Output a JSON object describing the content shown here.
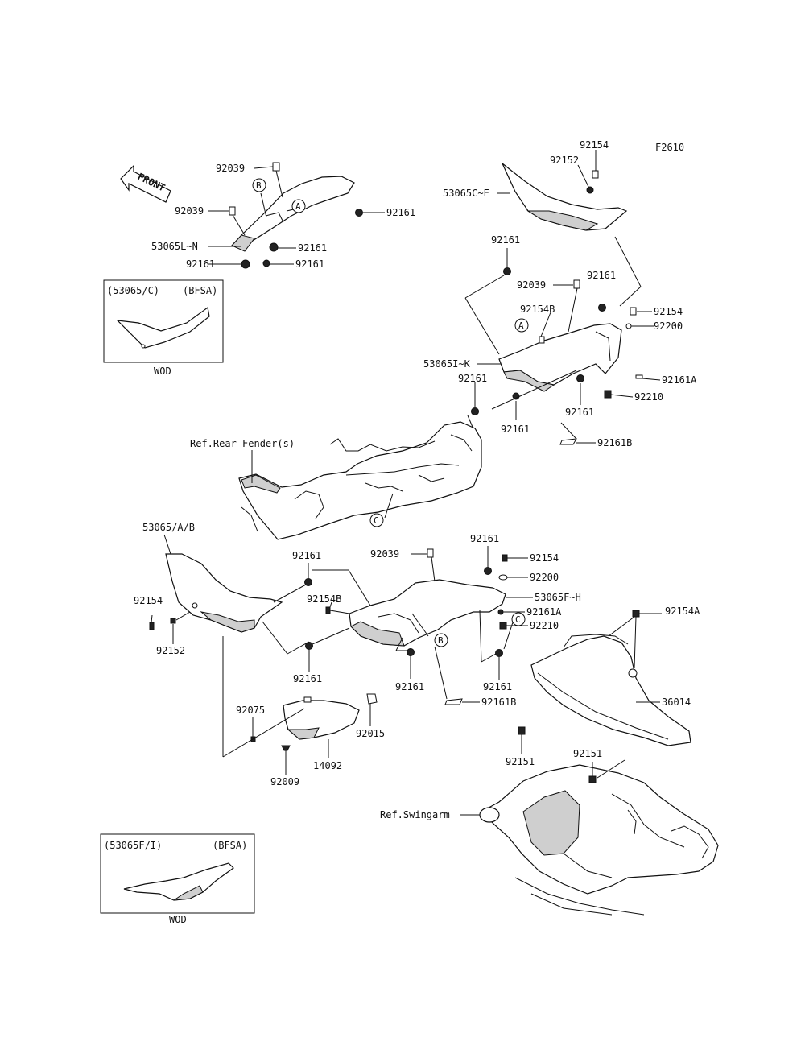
{
  "figure_id": "F2610",
  "front_arrow_text": "FRONT",
  "callout_letters": {
    "a": "A",
    "b": "B",
    "c": "C"
  },
  "labels": {
    "l_92154_top": "92154",
    "l_92152_top": "92152",
    "l_53065CE": "53065C~E",
    "l_92039_a": "92039",
    "l_92039_b": "92039",
    "l_92161_a": "92161",
    "l_53065LN": "53065L~N",
    "l_92161_b": "92161",
    "l_92161_c": "92161",
    "l_92161_d": "92161",
    "l_92161_e": "92161",
    "l_92039_c": "92039",
    "l_92161_f": "92161",
    "l_92154B_a": "92154B",
    "l_92154_b": "92154",
    "l_92200_a": "92200",
    "l_53065IK": "53065I~K",
    "l_92161A_a": "92161A",
    "l_92161_g": "92161",
    "l_92210_a": "92210",
    "l_92161_h": "92161",
    "l_92161_i": "92161",
    "l_92161B_a": "92161B",
    "l_ref_rear_fender": "Ref.Rear Fender(s)",
    "l_53065AB": "53065/A/B",
    "l_92161_j": "92161",
    "l_92039_d": "92039",
    "l_92161_k": "92161",
    "l_92154_c": "92154",
    "l_92200_b": "92200",
    "l_92154_d": "92154",
    "l_92154B_b": "92154B",
    "l_53065FH": "53065F~H",
    "l_92161A_b": "92161A",
    "l_92152_b": "92152",
    "l_92210_b": "92210",
    "l_92154A": "92154A",
    "l_92161_l": "92161",
    "l_92161_m": "92161",
    "l_92161_n": "92161",
    "l_92161B_b": "92161B",
    "l_36014": "36014",
    "l_92075": "92075",
    "l_92015": "92015",
    "l_14092": "14092",
    "l_92009": "92009",
    "l_92151_a": "92151",
    "l_92151_b": "92151",
    "l_ref_swingarm": "Ref.Swingarm"
  },
  "inset_top": {
    "part": "(53065/C)",
    "code": "(BFSA)",
    "color": "WOD"
  },
  "inset_bottom": {
    "part": "(53065F/I)",
    "code": "(BFSA)",
    "color": "WOD"
  }
}
